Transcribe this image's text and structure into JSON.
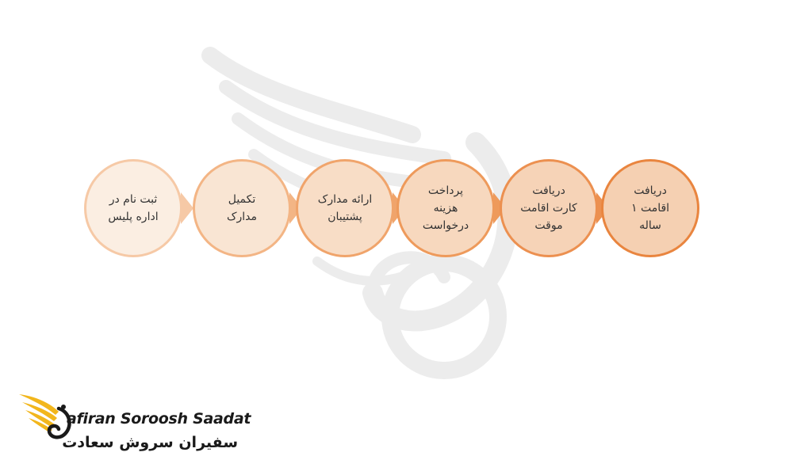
{
  "steps": [
    {
      "label": "ثبت نام در\nاداره پلیس",
      "fill": "#fbeee2",
      "border": "#f6c9a6"
    },
    {
      "label": "تکمیل\nمدارک",
      "fill": "#f9e5d3",
      "border": "#f3b585"
    },
    {
      "label": "ارائه مدارک\nپشتیبان",
      "fill": "#f8ddc6",
      "border": "#f0a46b"
    },
    {
      "label": "پرداخت\nهزینه\nدرخواست",
      "fill": "#f7d8be",
      "border": "#ee9a5b"
    },
    {
      "label": "دریافت\nکارت اقامت\nموقت",
      "fill": "#f6d3b7",
      "border": "#ec9050"
    },
    {
      "label": "دریافت\nاقامت ۱\nساله",
      "fill": "#f5d0b2",
      "border": "#e9853f"
    }
  ],
  "logo": {
    "name_en": "afiran Soroosh Saadat",
    "name_fa": "سفیران سروش سعادت"
  },
  "colors": {
    "accent": "#e9853f",
    "logo_gold": "#f2b61c",
    "watermark": "#ececec"
  }
}
